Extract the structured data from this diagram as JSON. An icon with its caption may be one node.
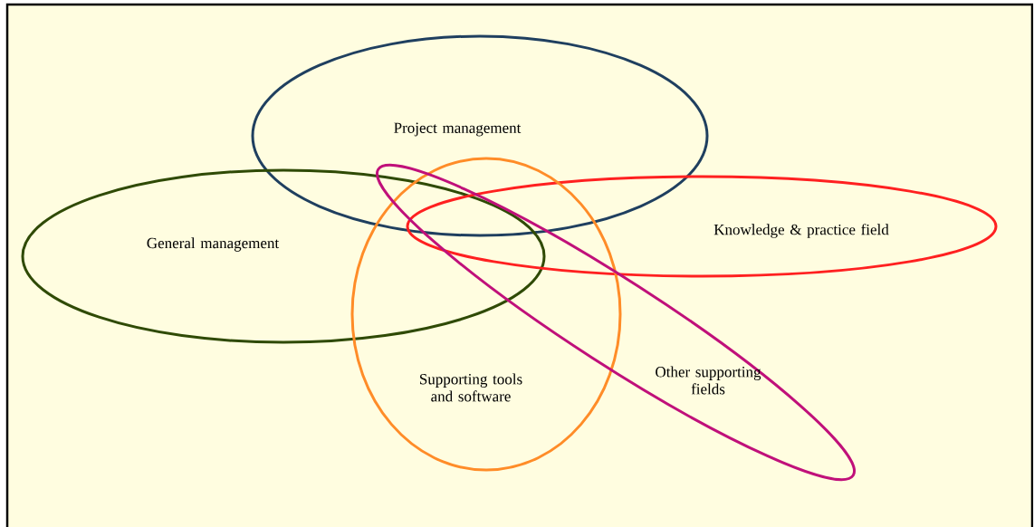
{
  "diagram": {
    "nodes": [
      {
        "text": [
          "Project management"
        ]
      },
      {
        "text": [
          "General management"
        ]
      },
      {
        "text": [
          "Knowledge & practice field"
        ]
      },
      {
        "text": [
          "Supporting tools and software"
        ]
      },
      {
        "text": [
          "Other supporting fields"
        ]
      }
    ]
  }
}
